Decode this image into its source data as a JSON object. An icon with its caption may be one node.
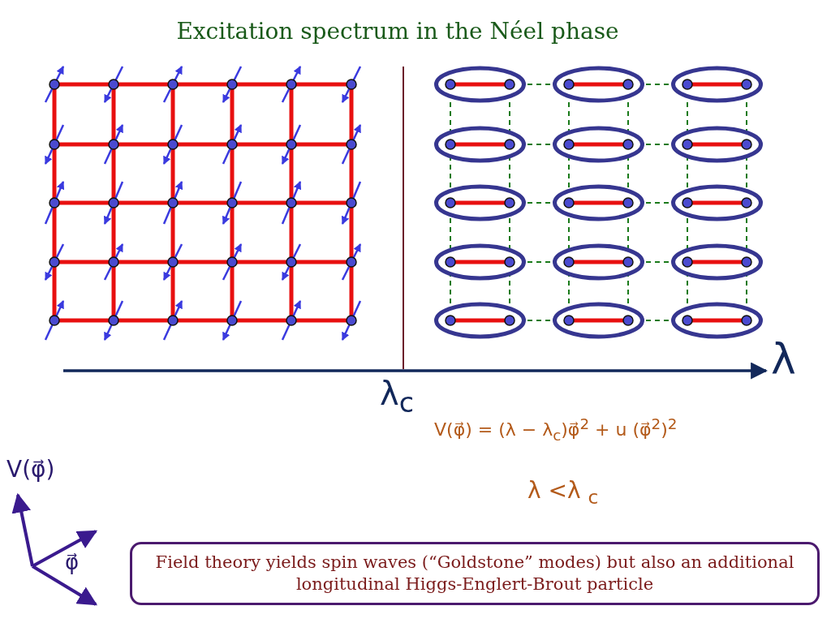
{
  "diagram": {
    "title": "Excitation spectrum in the Néel phase",
    "nodes": [
      {
        "text": [
          "Field theory yields spin waves (“Goldstone” modes) but also an additional longitudinal Higgs-Englert-Brout particle"
        ]
      }
    ],
    "labels": [
      "λ",
      "λ$_{c}$",
      "V(φ⃗) = (λ − λ$_{c}$)φ⃗$^{2}$ + u (φ⃗$^{2}$)$^{2}$",
      "λ <λ $_{c}$",
      "V(φ⃗)",
      "φ⃗"
    ]
  }
}
